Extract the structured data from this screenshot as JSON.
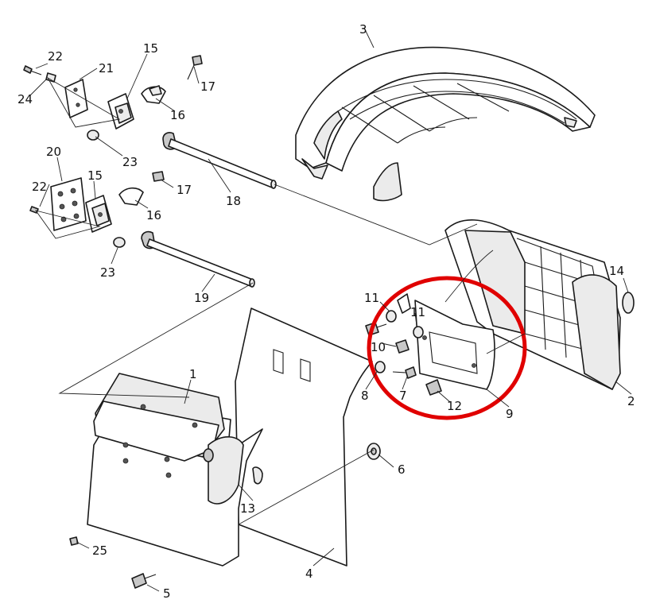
{
  "diagram": {
    "callouts": [
      {
        "id": "c1",
        "text": "1"
      },
      {
        "id": "c2",
        "text": "2"
      },
      {
        "id": "c3",
        "text": "3"
      },
      {
        "id": "c4",
        "text": "4"
      },
      {
        "id": "c5",
        "text": "5"
      },
      {
        "id": "c6",
        "text": "6"
      },
      {
        "id": "c7",
        "text": "7"
      },
      {
        "id": "c8",
        "text": "8"
      },
      {
        "id": "c9",
        "text": "9"
      },
      {
        "id": "c10",
        "text": "10"
      },
      {
        "id": "c11a",
        "text": "11"
      },
      {
        "id": "c11b",
        "text": "11"
      },
      {
        "id": "c12",
        "text": "12"
      },
      {
        "id": "c13",
        "text": "13"
      },
      {
        "id": "c14",
        "text": "14"
      },
      {
        "id": "c15a",
        "text": "15"
      },
      {
        "id": "c15b",
        "text": "15"
      },
      {
        "id": "c16a",
        "text": "16"
      },
      {
        "id": "c16b",
        "text": "16"
      },
      {
        "id": "c17a",
        "text": "17"
      },
      {
        "id": "c17b",
        "text": "17"
      },
      {
        "id": "c18",
        "text": "18"
      },
      {
        "id": "c19",
        "text": "19"
      },
      {
        "id": "c20",
        "text": "20"
      },
      {
        "id": "c21",
        "text": "21"
      },
      {
        "id": "c22a",
        "text": "22"
      },
      {
        "id": "c22b",
        "text": "22"
      },
      {
        "id": "c23a",
        "text": "23"
      },
      {
        "id": "c23b",
        "text": "23"
      },
      {
        "id": "c24",
        "text": "24"
      },
      {
        "id": "c25",
        "text": "25"
      }
    ],
    "highlight_color": "#e00000",
    "line_color": "#1a1a1a"
  }
}
